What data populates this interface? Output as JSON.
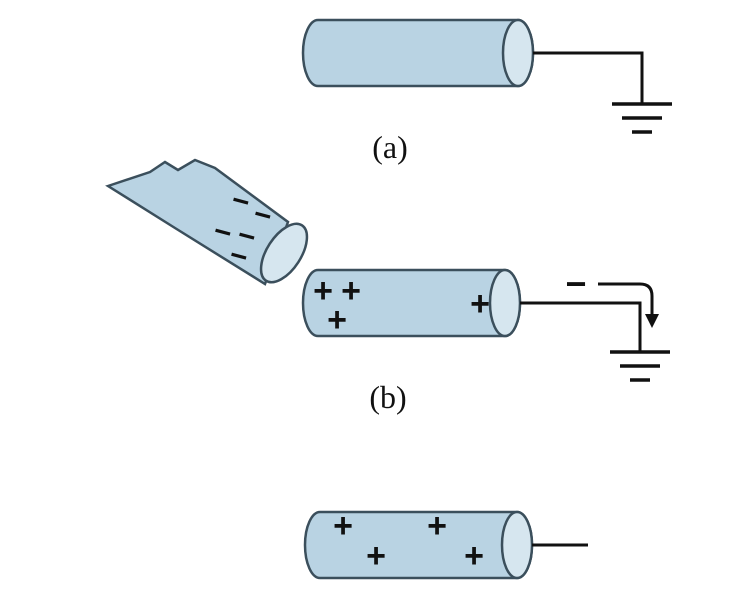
{
  "panels": [
    {
      "label": "(a)",
      "rod_charges": []
    },
    {
      "label": "(b)",
      "rod_charges": [
        "+",
        "+",
        "+",
        "+"
      ],
      "wand_charges": [
        "−",
        "−",
        "−",
        "−",
        "−"
      ],
      "flow_symbol": "−"
    },
    {
      "label": "",
      "rod_charges": [
        "+",
        "+",
        "+",
        "+"
      ]
    }
  ],
  "colors": {
    "rod_fill": "#b9d3e3",
    "rod_cap": "#d6e6ef",
    "outline": "#3b4f5c",
    "wire": "#111111"
  },
  "icons": [
    "ground-symbol",
    "arrow-down-icon"
  ]
}
